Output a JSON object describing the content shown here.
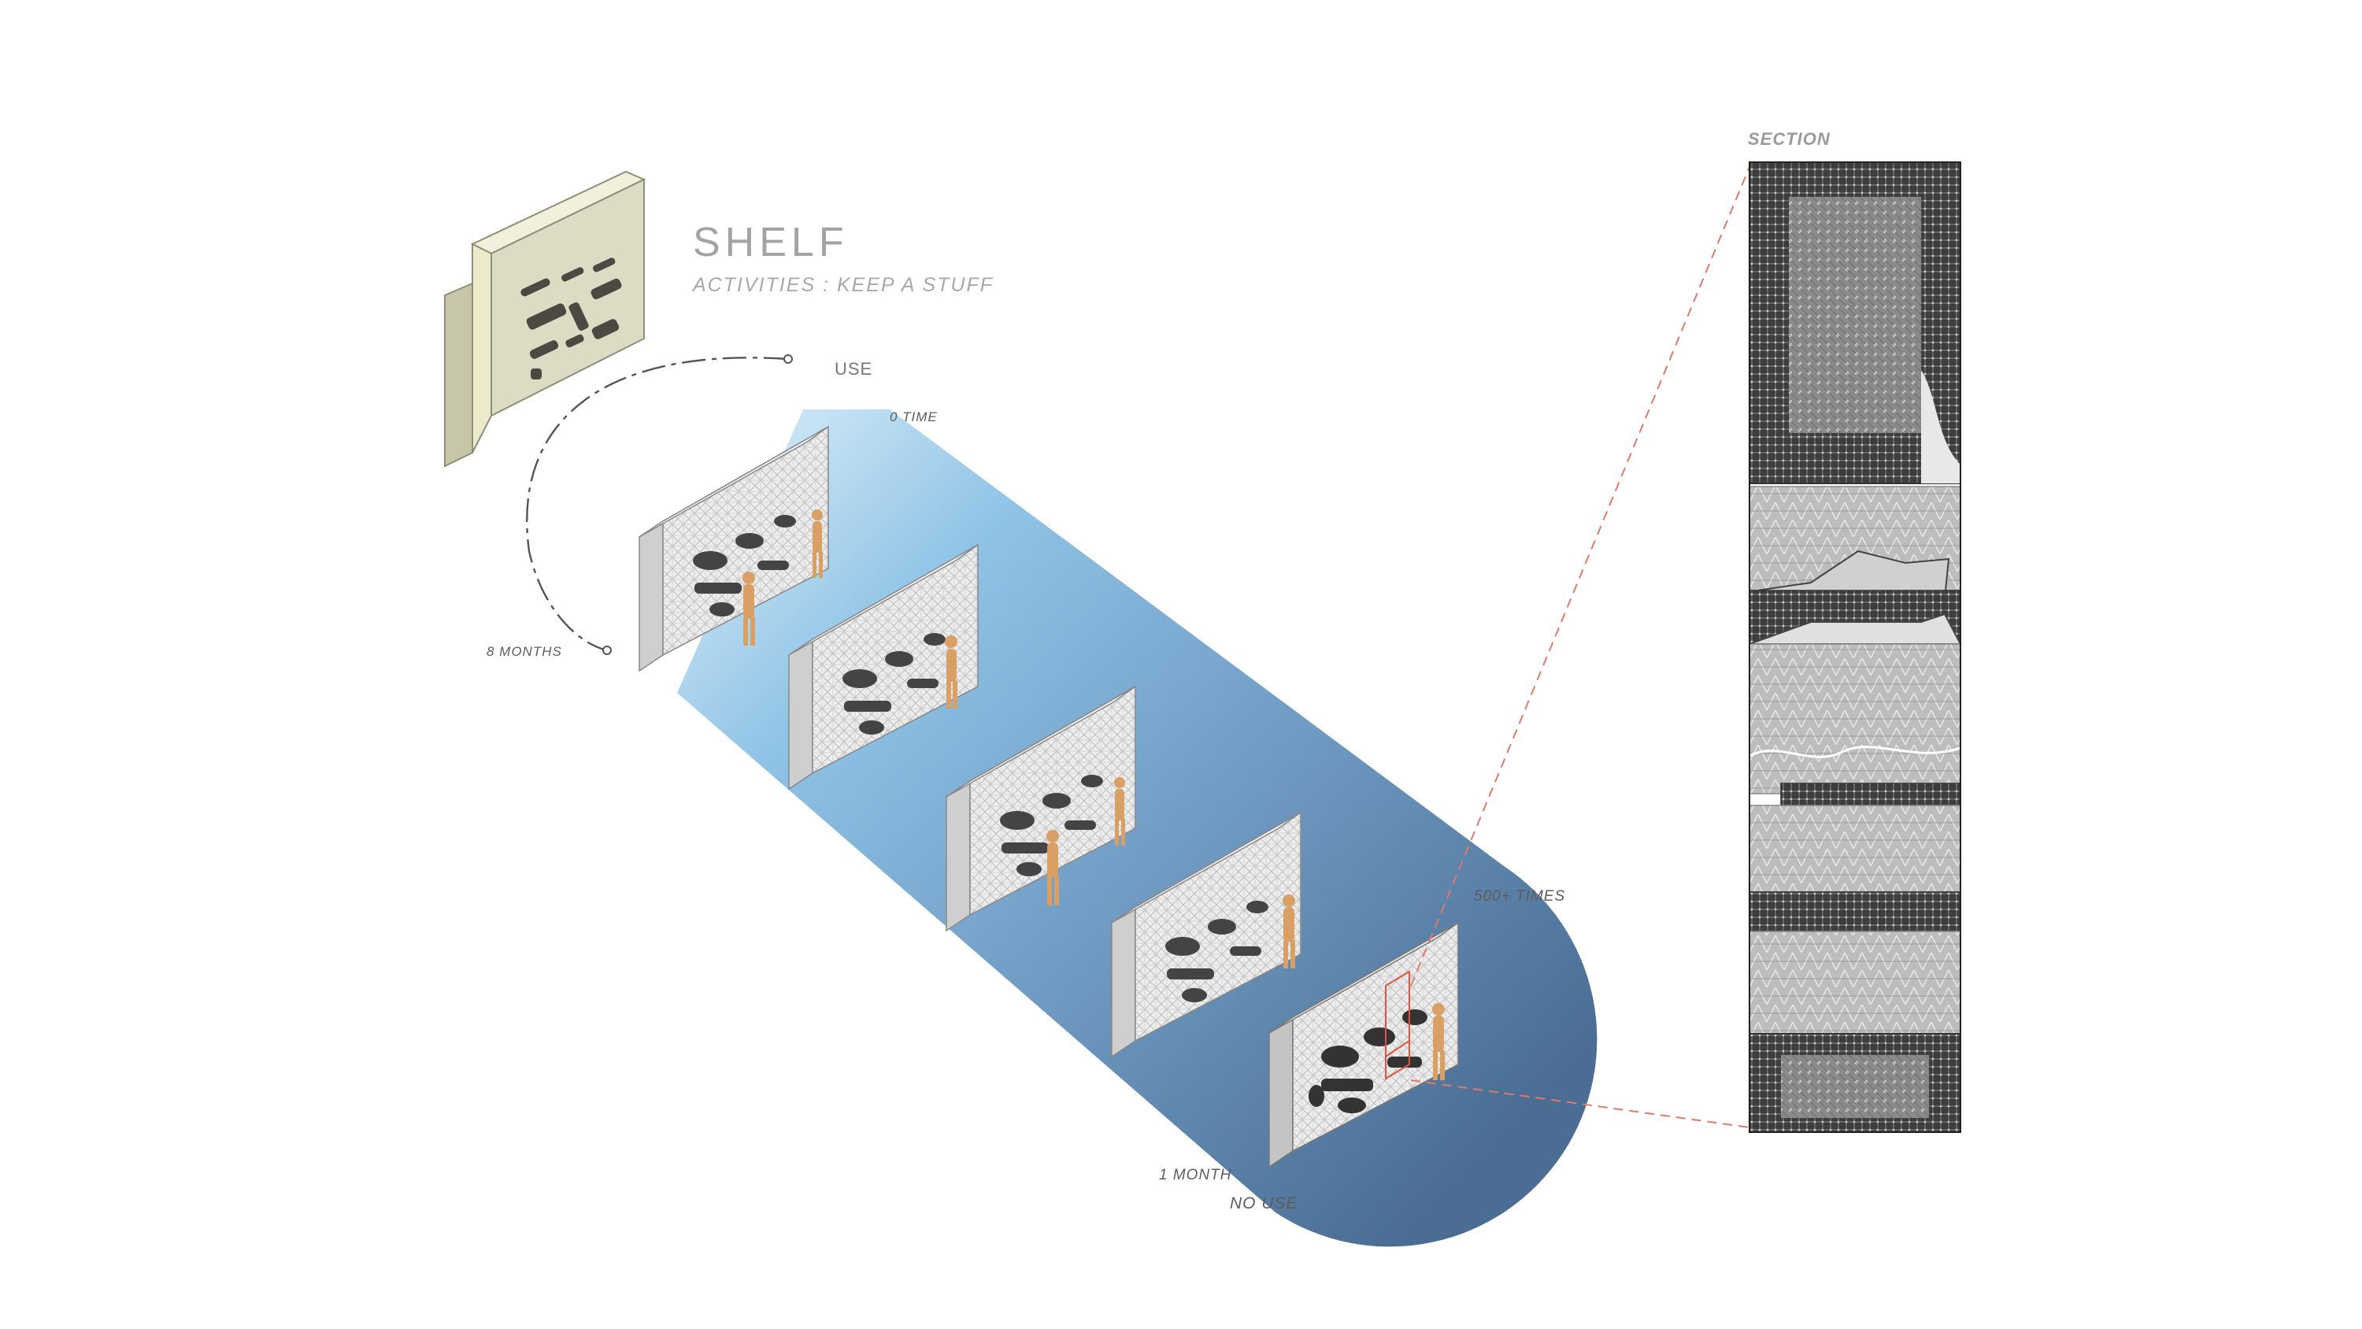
{
  "title": "SHELF",
  "subtitle": "ACTIVITIES : KEEP A STUFF",
  "cycle_labels": {
    "use": "USE",
    "zero_time": "0 TIME",
    "eight_months": "8 MONTHS",
    "five_hundred_times": "500+ TIMES",
    "one_month": "1 MONTH",
    "no_use": "NO USE"
  },
  "section_label": "SECTION",
  "colors": {
    "band_light": "#cfe7f6",
    "band_mid": "#8fc3e6",
    "band_dark": "#4d6f94",
    "shelf_model": "#dcdbc4",
    "leader_line": "#e07a6a",
    "figure": "#d9a066",
    "section_dark": "#4e4e4e"
  },
  "shelf_stages": 5
}
